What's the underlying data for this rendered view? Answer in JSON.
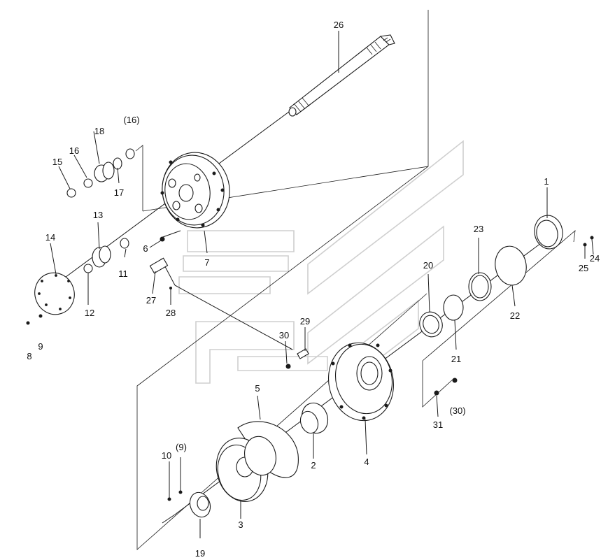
{
  "diagram": {
    "callouts": {
      "p1": "1",
      "p2": "2",
      "p3": "3",
      "p4": "4",
      "p5": "5",
      "p6": "6",
      "p7": "7",
      "p8": "8",
      "p9": "9",
      "p9b": "(9)",
      "p10": "10",
      "p11": "11",
      "p12": "12",
      "p13": "13",
      "p14": "14",
      "p15": "15",
      "p16": "16",
      "p16b": "(16)",
      "p17": "17",
      "p18": "18",
      "p19": "19",
      "p20": "20",
      "p21": "21",
      "p22": "22",
      "p23": "23",
      "p24": "24",
      "p25": "25",
      "p26": "26",
      "p27": "27",
      "p28": "28",
      "p29": "29",
      "p30": "30",
      "p30b": "(30)",
      "p31": "31"
    }
  }
}
